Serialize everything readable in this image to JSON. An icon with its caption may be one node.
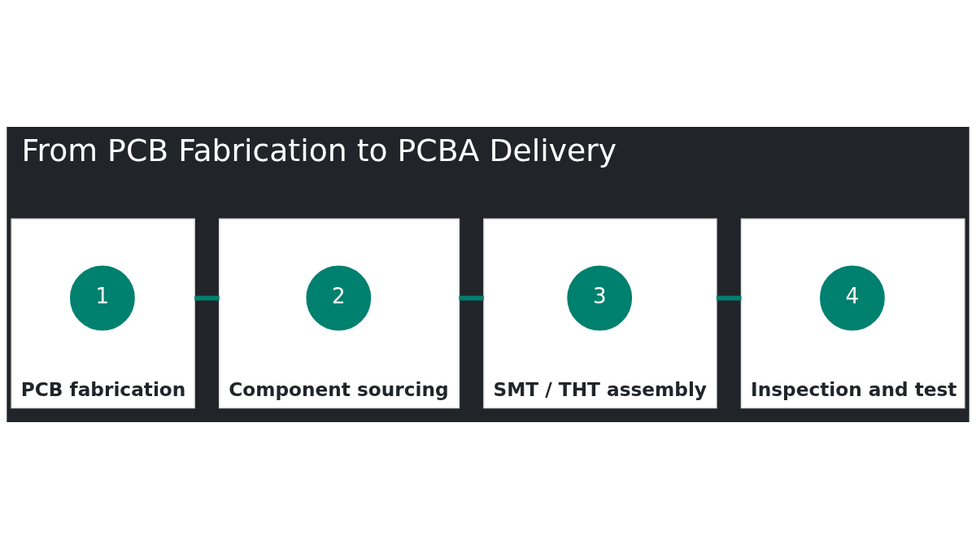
{
  "diagram": {
    "title": "From PCB Fabrication to PCBA Delivery",
    "nodes": [
      {
        "text": [
          "PCB fabrication"
        ]
      },
      {
        "text": [
          "1"
        ],
        "in": 0
      },
      {
        "text": [
          "Component sourcing"
        ]
      },
      {
        "text": [
          "2"
        ],
        "in": 2
      },
      {
        "text": [
          "SMT / THT assembly"
        ]
      },
      {
        "text": [
          "3"
        ],
        "in": 4
      },
      {
        "text": [
          "Inspection and test"
        ]
      },
      {
        "text": [
          "4"
        ],
        "in": 6
      }
    ],
    "edges": [
      {
        "from": 0,
        "to": 2,
        "arrow": "none"
      },
      {
        "from": 2,
        "to": 4,
        "arrow": "none"
      },
      {
        "from": 4,
        "to": 6,
        "arrow": "none"
      }
    ]
  }
}
